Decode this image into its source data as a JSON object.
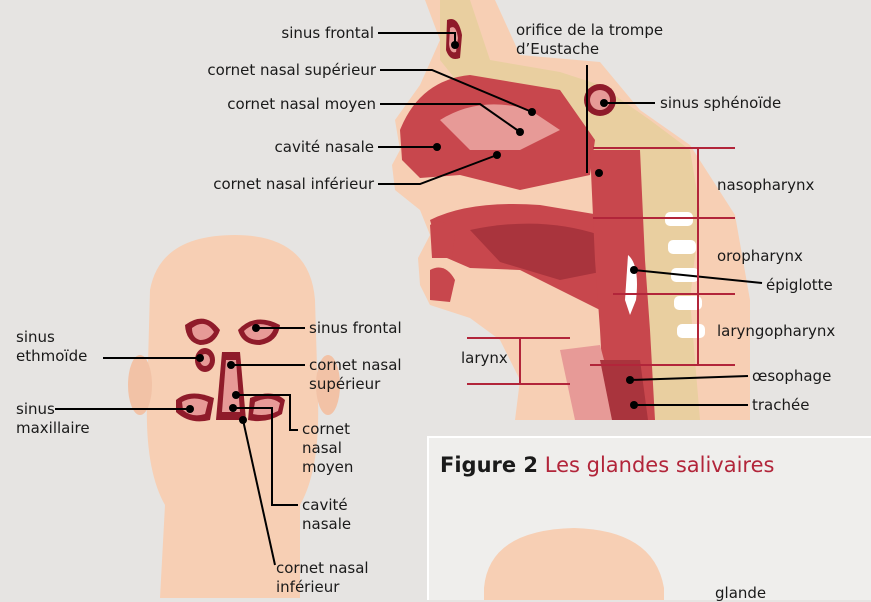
{
  "sagittal": {
    "sinus_frontal": "sinus frontal",
    "cornet_sup": "cornet nasal supérieur",
    "cornet_moyen": "cornet nasal moyen",
    "cavite": "cavité nasale",
    "cornet_inf": "cornet nasal inférieur",
    "orifice_1": "orifice de la trompe",
    "orifice_2": "d’Eustache",
    "sinus_sphenoide": "sinus sphénoïde",
    "nasopharynx": "nasopharynx",
    "oropharynx": "oropharynx",
    "epiglotte": "épiglotte",
    "laryngopharynx": "laryngopharynx",
    "larynx": "larynx",
    "oesophage": "œsophage",
    "trachee": "trachée"
  },
  "frontal": {
    "sinus_frontal": "sinus frontal",
    "ethmoide_1": "sinus",
    "ethmoide_2": "ethmoïde",
    "cornet_sup_1": "cornet nasal",
    "cornet_sup_2": "supérieur",
    "maxillaire_1": "sinus",
    "maxillaire_2": "maxillaire",
    "moyen_1": "cornet",
    "moyen_2": "nasal",
    "moyen_3": "moyen",
    "cavite_1": "cavité",
    "cavite_2": "nasale",
    "inf_1": "cornet nasal",
    "inf_2": "inférieur"
  },
  "figure2": {
    "number": "Figure 2",
    "title": "Les glandes salivaires",
    "partial_label": "glande"
  },
  "colors": {
    "skin": "#f7cfb4",
    "tissue": "#c8474d",
    "tissue_light": "#e79a97",
    "dark_red": "#8f1b2a",
    "bone": "#e9cfa0",
    "accent": "#b2253a"
  }
}
